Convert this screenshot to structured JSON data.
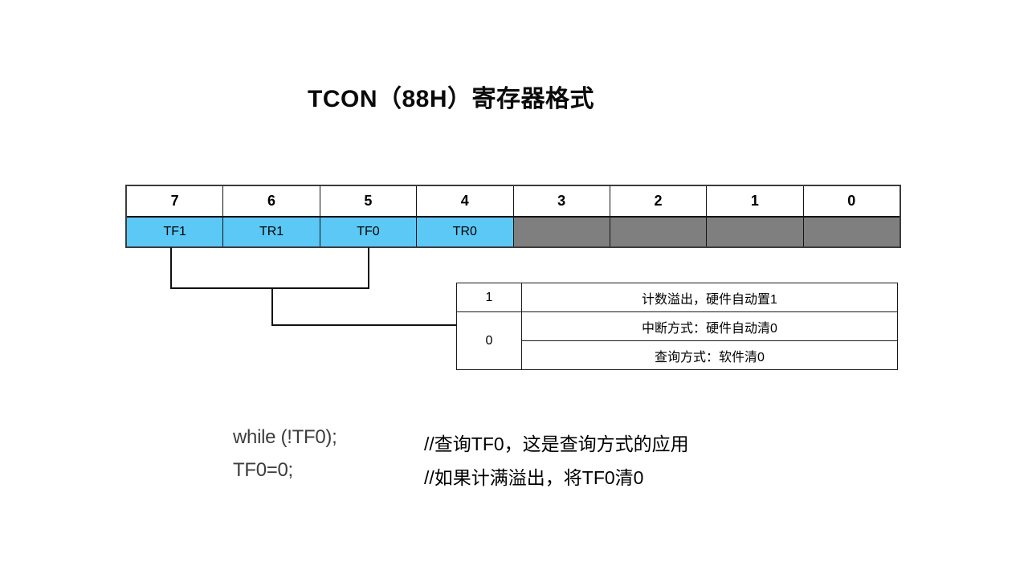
{
  "title": "TCON（88H）寄存器格式",
  "colors": {
    "highlight": "#5bc8f5",
    "disabled": "#7f7f7f"
  },
  "register_table": {
    "bit_numbers": [
      "7",
      "6",
      "5",
      "4",
      "3",
      "2",
      "1",
      "0"
    ],
    "bit_names": [
      "TF1",
      "TR1",
      "TF0",
      "TR0",
      "",
      "",
      "",
      ""
    ]
  },
  "value_table": {
    "row1_value": "1",
    "row1_desc": "计数溢出，硬件自动置1",
    "row2_value": "0",
    "row2_desc": "中断方式：硬件自动清0",
    "row3_desc": "查询方式：软件清0"
  },
  "code": {
    "line1_code": "while (!TF0);",
    "line1_comment": "//查询TF0，这是查询方式的应用",
    "line2_code": "TF0=0;",
    "line2_comment": "//如果计满溢出，将TF0清0"
  }
}
